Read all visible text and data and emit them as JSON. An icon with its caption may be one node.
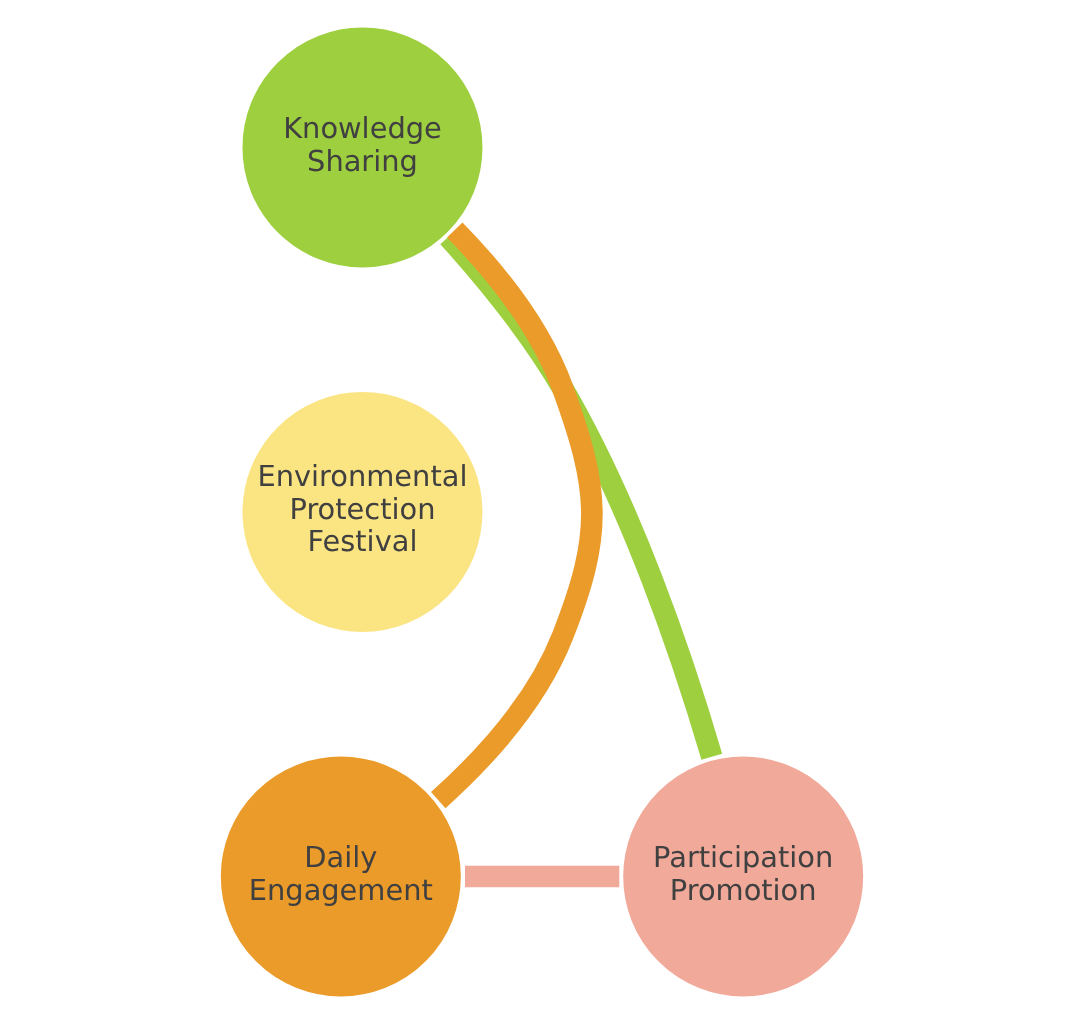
{
  "diagram": {
    "nodes": [
      {
        "text": [
          "Knowledge Sharing"
        ]
      },
      {
        "text": [
          "Environmental Protection Festival"
        ]
      },
      {
        "text": [
          "Participation Promotion"
        ]
      },
      {
        "text": [
          "Daily Engagement"
        ]
      }
    ],
    "edges": [
      {
        "from": 0,
        "to": 2,
        "arrow": "none",
        "color": "#9ecf3f"
      },
      {
        "from": 2,
        "to": 3,
        "arrow": "none",
        "color": "#f1a99a"
      },
      {
        "from": 3,
        "to": 0,
        "arrow": "none",
        "color": "#eb9b2a"
      }
    ]
  }
}
